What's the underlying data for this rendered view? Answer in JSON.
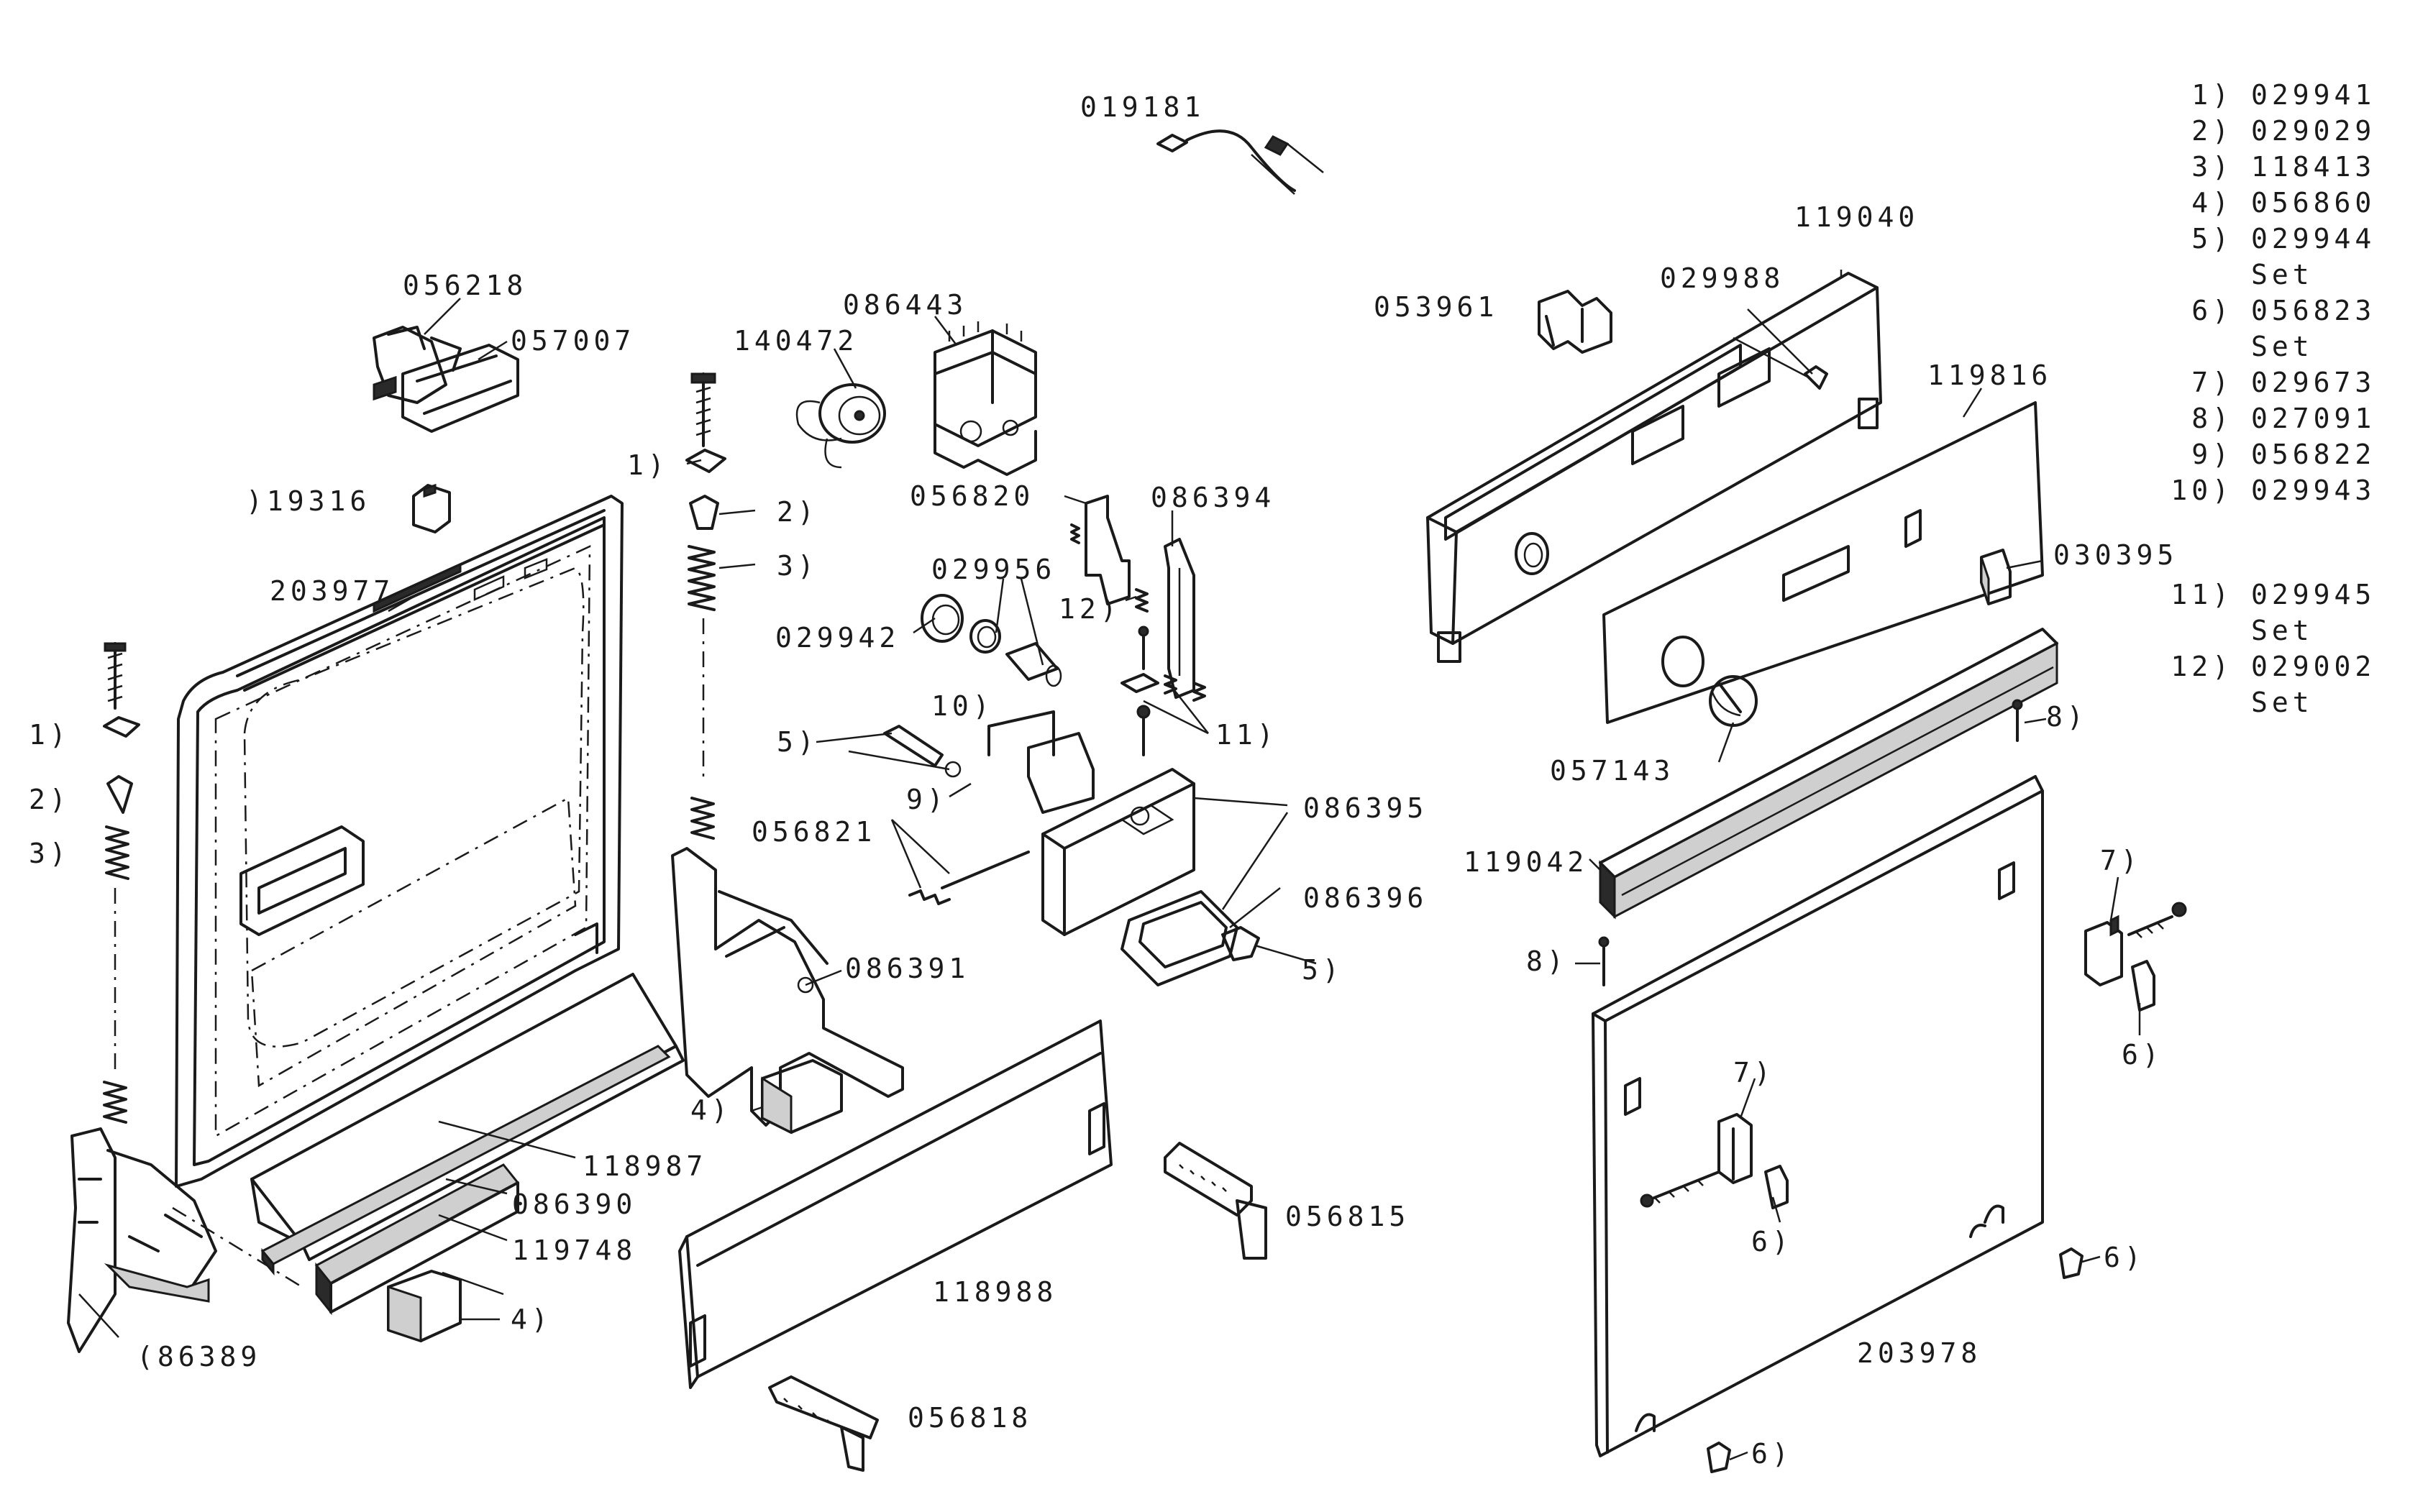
{
  "labels": {
    "p019181": "019181",
    "p056218": "056218",
    "p057007": "057007",
    "p086443": "086443",
    "p140472": "140472",
    "p019316": ")19316",
    "p203977": "203977",
    "p056820": "056820",
    "p086394": "086394",
    "p029956": "029956",
    "p029942": "029942",
    "p086395": "086395",
    "p086396": "086396",
    "p056821": "056821",
    "p086391": "086391",
    "p118987": "118987",
    "p086390": "086390",
    "p119748": "119748",
    "p086389": "(86389",
    "p118988": "118988",
    "p056815": "056815",
    "p056818": "056818",
    "p053961": "053961",
    "p029988": "029988",
    "p119040": "119040",
    "p119816": "119816",
    "p030395": "030395",
    "p057143": "057143",
    "p119042": "119042",
    "p203978": "203978"
  },
  "refs": {
    "r1_left": "1)",
    "r2_left": "2)",
    "r3_left": "3)",
    "r1_mid": "1)",
    "r2_mid": "2)",
    "r3_mid": "3)",
    "r4_mid": "4)",
    "r4_low": "4)",
    "r5_a": "5)",
    "r5_b": "5)",
    "r9": "9)",
    "r10": "10)",
    "r11": "11)",
    "r12": "12)",
    "r8_a": "8)",
    "r8_b": "8)",
    "r7_a": "7)",
    "r7_b": "7)",
    "r6_a": "6)",
    "r6_b": "6)",
    "r6_c": "6)",
    "r6_d": "6)"
  },
  "legend": [
    {
      "ref": "1)",
      "part": "029941",
      "note": ""
    },
    {
      "ref": "2)",
      "part": "029029",
      "note": ""
    },
    {
      "ref": "3)",
      "part": "118413",
      "note": ""
    },
    {
      "ref": "4)",
      "part": "056860",
      "note": ""
    },
    {
      "ref": "5)",
      "part": "029944",
      "note": "Set"
    },
    {
      "ref": "6)",
      "part": "056823",
      "note": "Set"
    },
    {
      "ref": "7)",
      "part": "029673",
      "note": ""
    },
    {
      "ref": "8)",
      "part": "027091",
      "note": ""
    },
    {
      "ref": "9)",
      "part": "056822",
      "note": ""
    },
    {
      "ref": "10)",
      "part": "029943",
      "note": ""
    },
    {
      "ref": "11)",
      "part": "029945",
      "note": "Set"
    },
    {
      "ref": "12)",
      "part": "029002",
      "note": "Set"
    }
  ]
}
